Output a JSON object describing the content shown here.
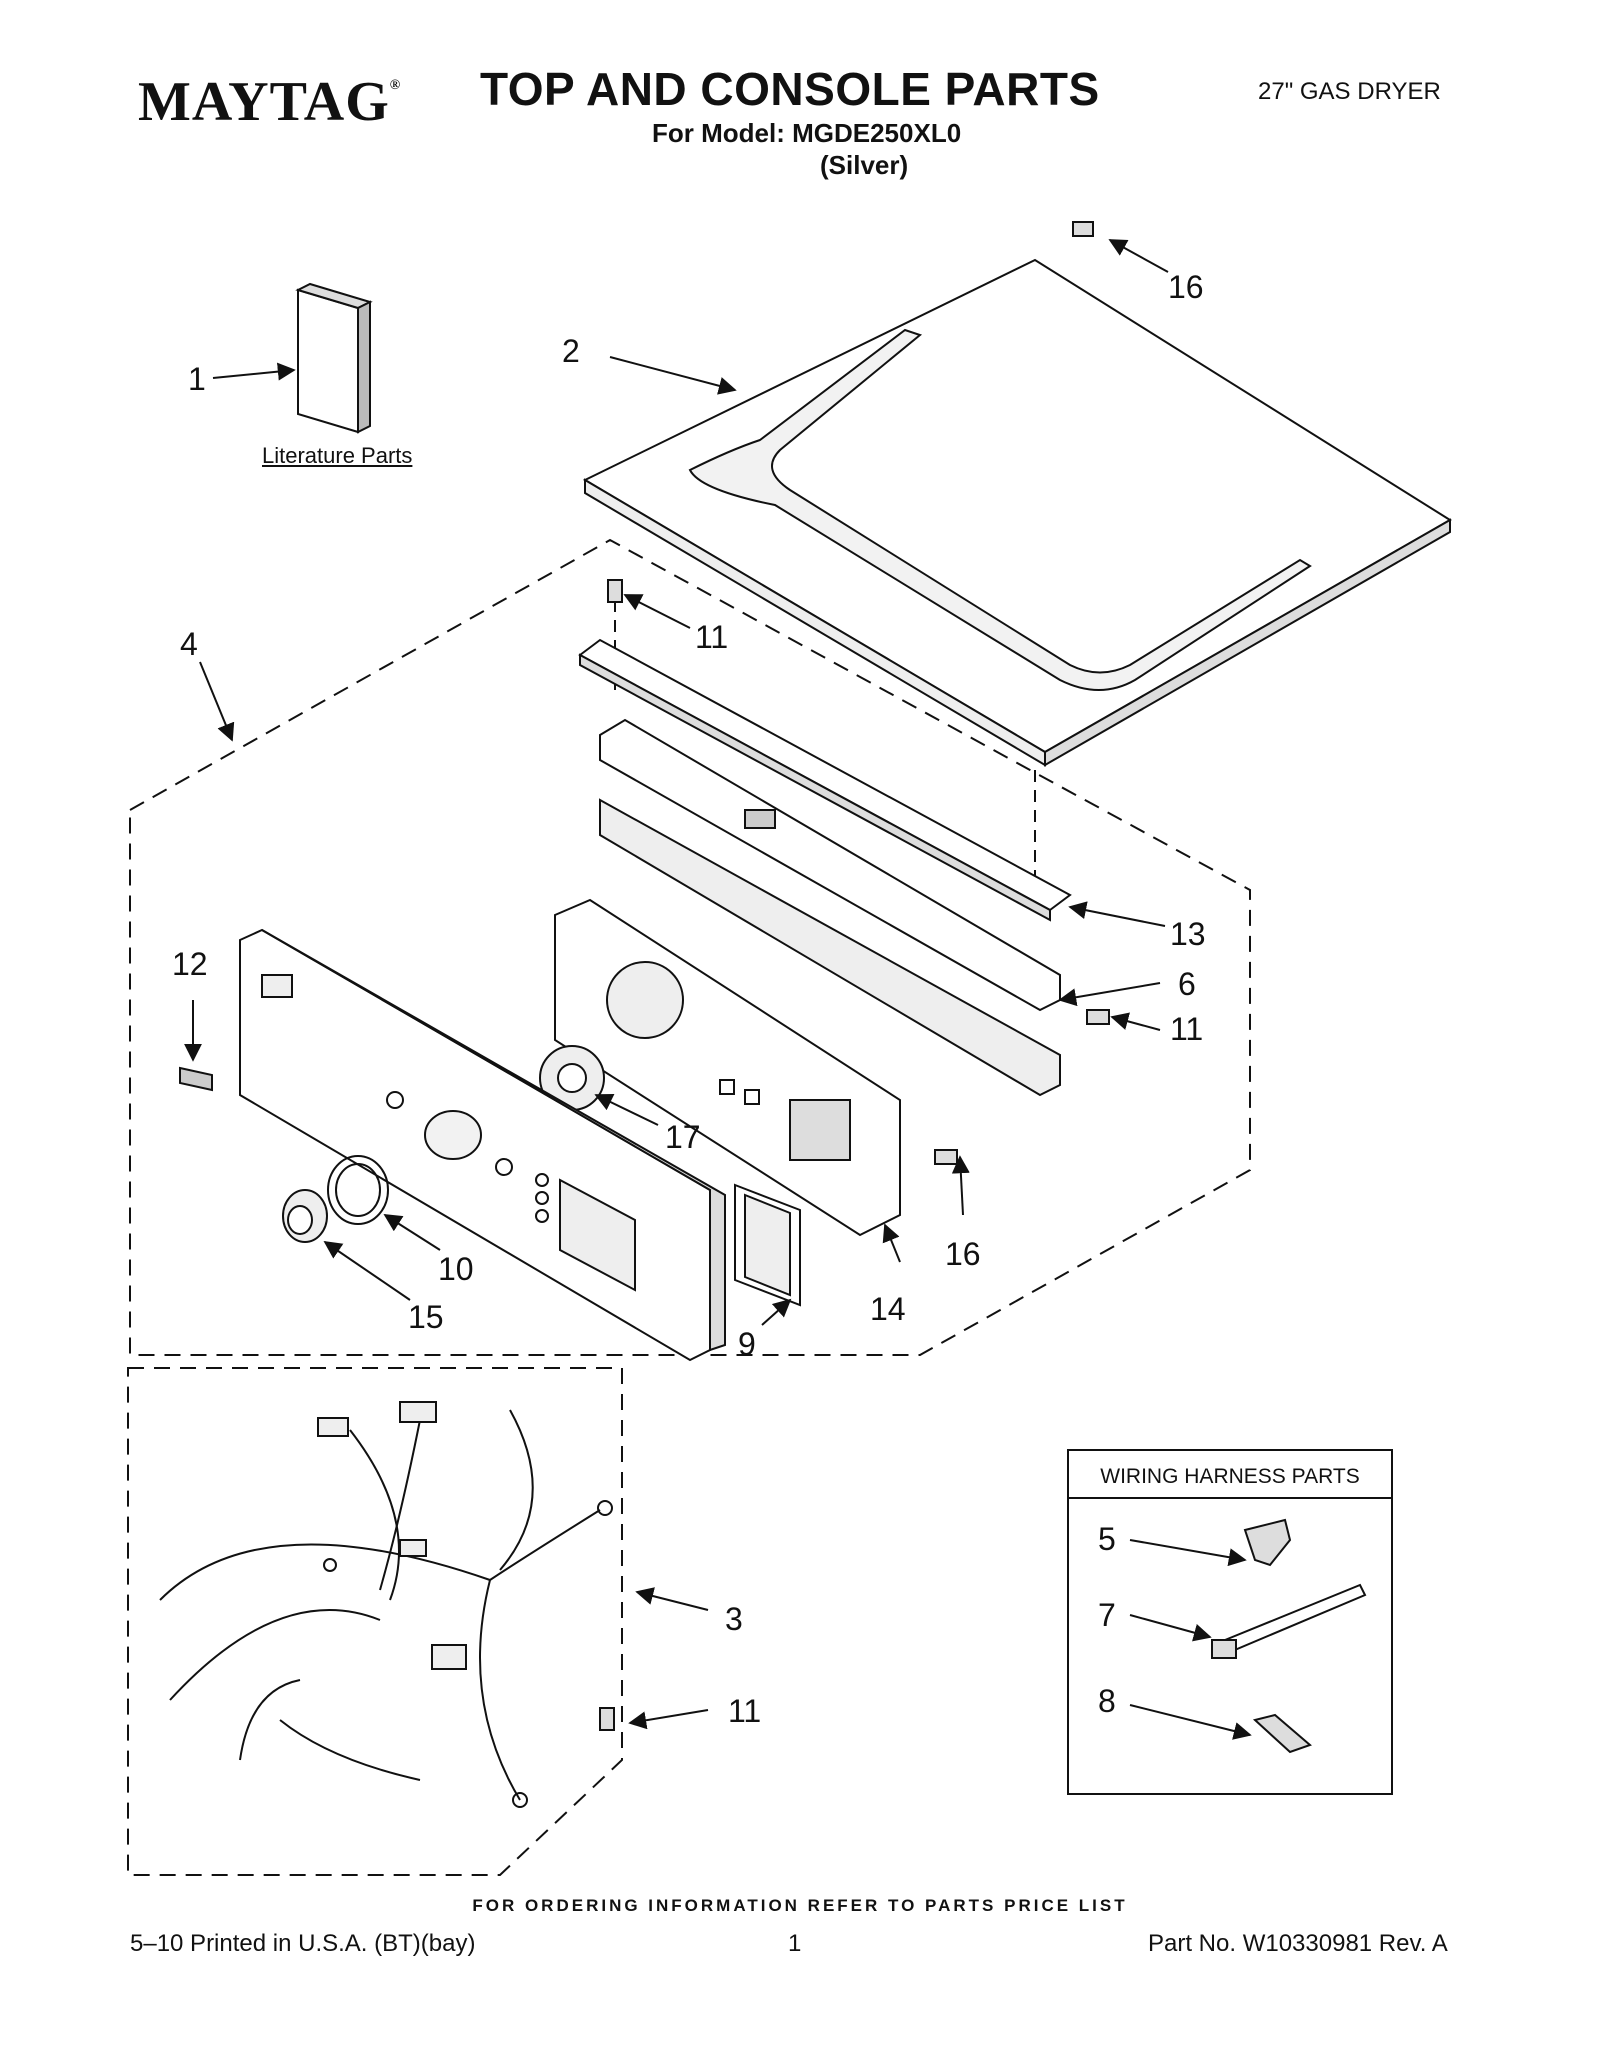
{
  "header": {
    "brand": "MAYTAG",
    "brand_mark": "®",
    "title": "TOP AND CONSOLE PARTS",
    "model_line": "For Model: MGDE250XL0",
    "color_line": "(Silver)",
    "product": "27\" GAS DRYER"
  },
  "literature_label": "Literature Parts",
  "wiring_box_title": "WIRING HARNESS PARTS",
  "callouts": {
    "c1": "1",
    "c2": "2",
    "c3": "3",
    "c4": "4",
    "c5": "5",
    "c6": "6",
    "c7": "7",
    "c8": "8",
    "c9": "9",
    "c10": "10",
    "c11a": "11",
    "c11b": "11",
    "c11c": "11",
    "c12": "12",
    "c13": "13",
    "c14": "14",
    "c15": "15",
    "c16a": "16",
    "c16b": "16",
    "c17": "17"
  },
  "footer": {
    "note": "FOR ORDERING INFORMATION REFER TO PARTS PRICE LIST",
    "printed": "5–10 Printed in U.S.A. (BT)(bay)",
    "page": "1",
    "part_no": "Part No. W10330981 Rev. A"
  }
}
